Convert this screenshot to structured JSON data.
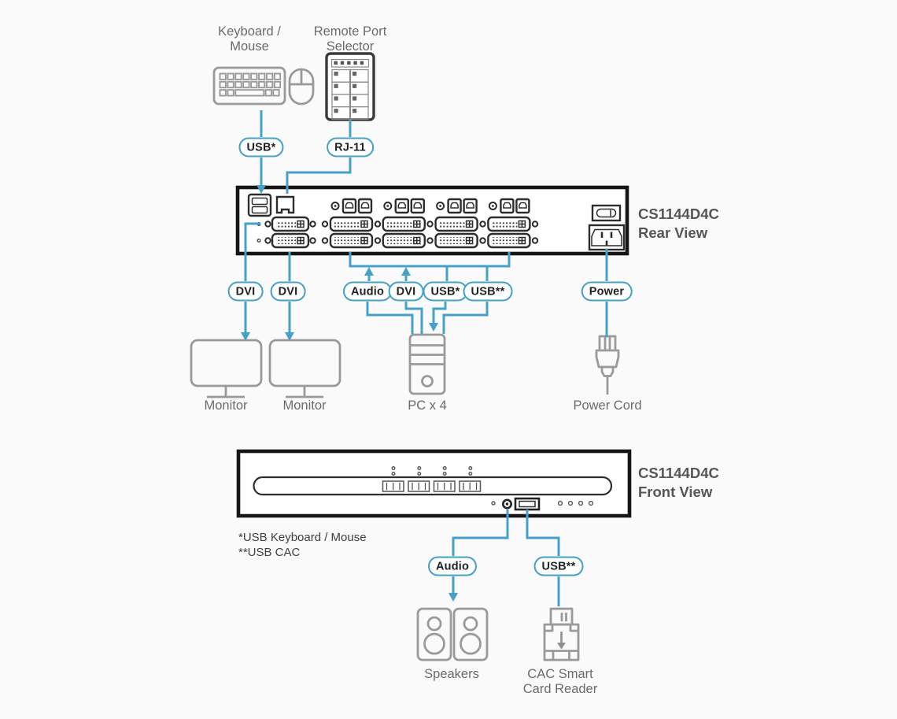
{
  "colors": {
    "accent_blue": "#45A1C9",
    "icon_gray": "#9A9A9A",
    "outline_dark": "#2D2D2D",
    "device_border": "#161616",
    "text_gray": "#6B6B6B",
    "text_dark": "#3F3F3F"
  },
  "peripherals": {
    "keyboard_mouse": {
      "line1": "Keyboard /",
      "line2": "Mouse"
    },
    "remote_port_selector": {
      "line1": "Remote Port",
      "line2": "Selector"
    },
    "monitor_left": "Monitor",
    "monitor_right": "Monitor",
    "pc": "PC x 4",
    "power_cord": "Power Cord",
    "speakers": "Speakers",
    "cac_reader": {
      "line1": "CAC Smart",
      "line2": "Card Reader"
    }
  },
  "device": {
    "rear": {
      "model": "CS1144D4C",
      "view": "Rear View"
    },
    "front": {
      "model": "CS1144D4C",
      "view": "Front View"
    }
  },
  "connections": {
    "usb_keyboard": "USB*",
    "rj11": "RJ-11",
    "dvi_left": "DVI",
    "dvi_right": "DVI",
    "audio_rear": "Audio",
    "dvi_pc": "DVI",
    "usb_pc": "USB*",
    "usb_cac_rear": "USB**",
    "power": "Power",
    "audio_front": "Audio",
    "usb_cac_front": "USB**"
  },
  "footnotes": {
    "line1": "*USB Keyboard / Mouse",
    "line2": "**USB CAC"
  }
}
